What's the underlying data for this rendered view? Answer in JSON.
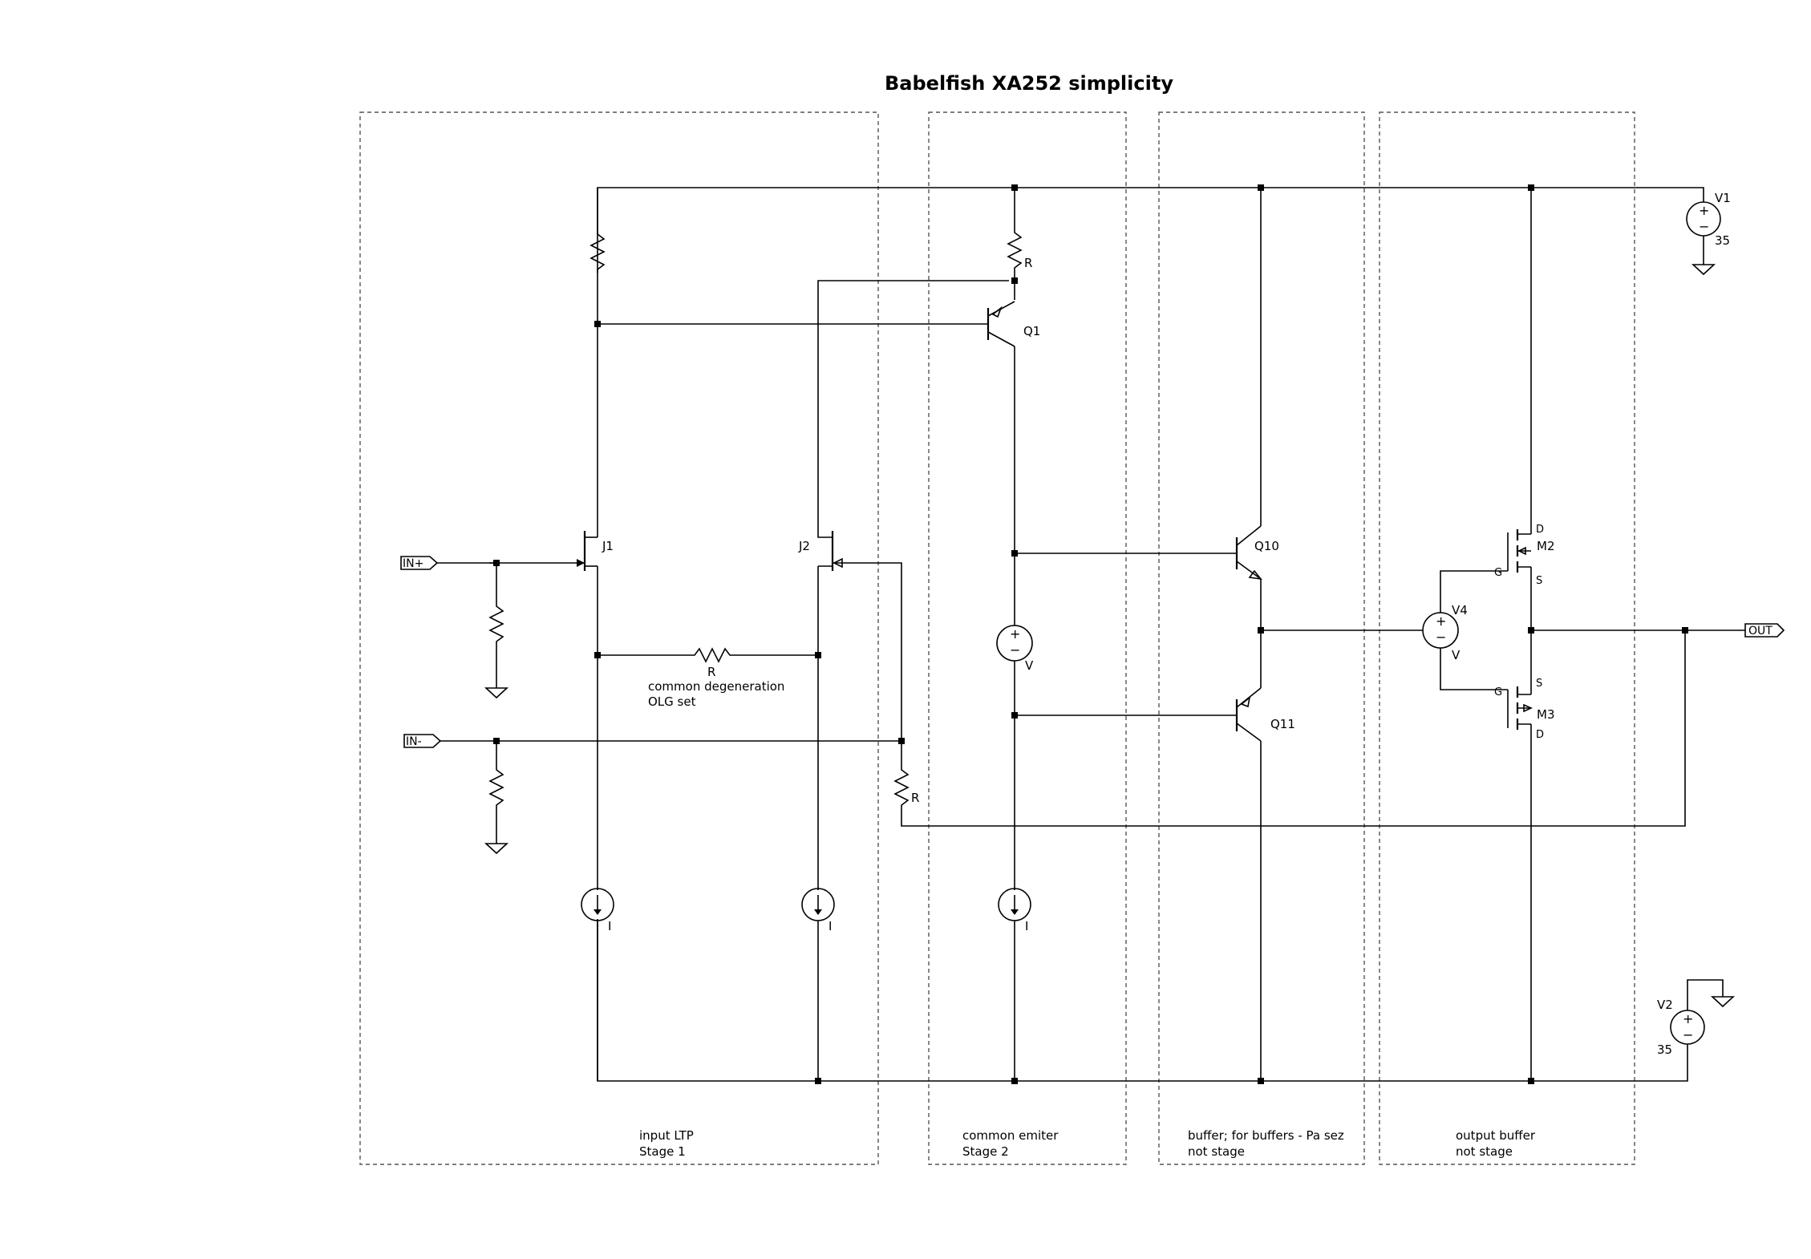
{
  "title": "Babelfish XA252 simplicity",
  "blocks": [
    {
      "id": "stage1",
      "line1": "input LTP",
      "line2": "Stage 1"
    },
    {
      "id": "stage2",
      "line1": "common emiter",
      "line2": "Stage 2"
    },
    {
      "id": "buffer",
      "line1": "buffer; for buffers - Pa sez",
      "line2": "not stage"
    },
    {
      "id": "output",
      "line1": "output buffer",
      "line2": "not stage"
    }
  ],
  "ports": {
    "in_plus": "IN+",
    "in_minus": "IN-",
    "out": "OUT"
  },
  "components": {
    "q1": "Q1",
    "q10": "Q10",
    "q11": "Q11",
    "j1": "J1",
    "j2": "J2",
    "m2": "M2",
    "m3": "M3",
    "v1": "V1",
    "v1_value": "35",
    "v2": "V2",
    "v2_value": "35",
    "v4": "V4",
    "v4_value": "V",
    "vmid_value": "V",
    "r_q1": "R",
    "r_deg": "R",
    "r_fb": "R",
    "i1": "I",
    "i2": "I",
    "i3": "I"
  },
  "pins": {
    "d": "D",
    "g": "G",
    "s": "S"
  },
  "notes": {
    "degeneration_line1": "common degeneration",
    "degeneration_line2": "OLG set"
  }
}
